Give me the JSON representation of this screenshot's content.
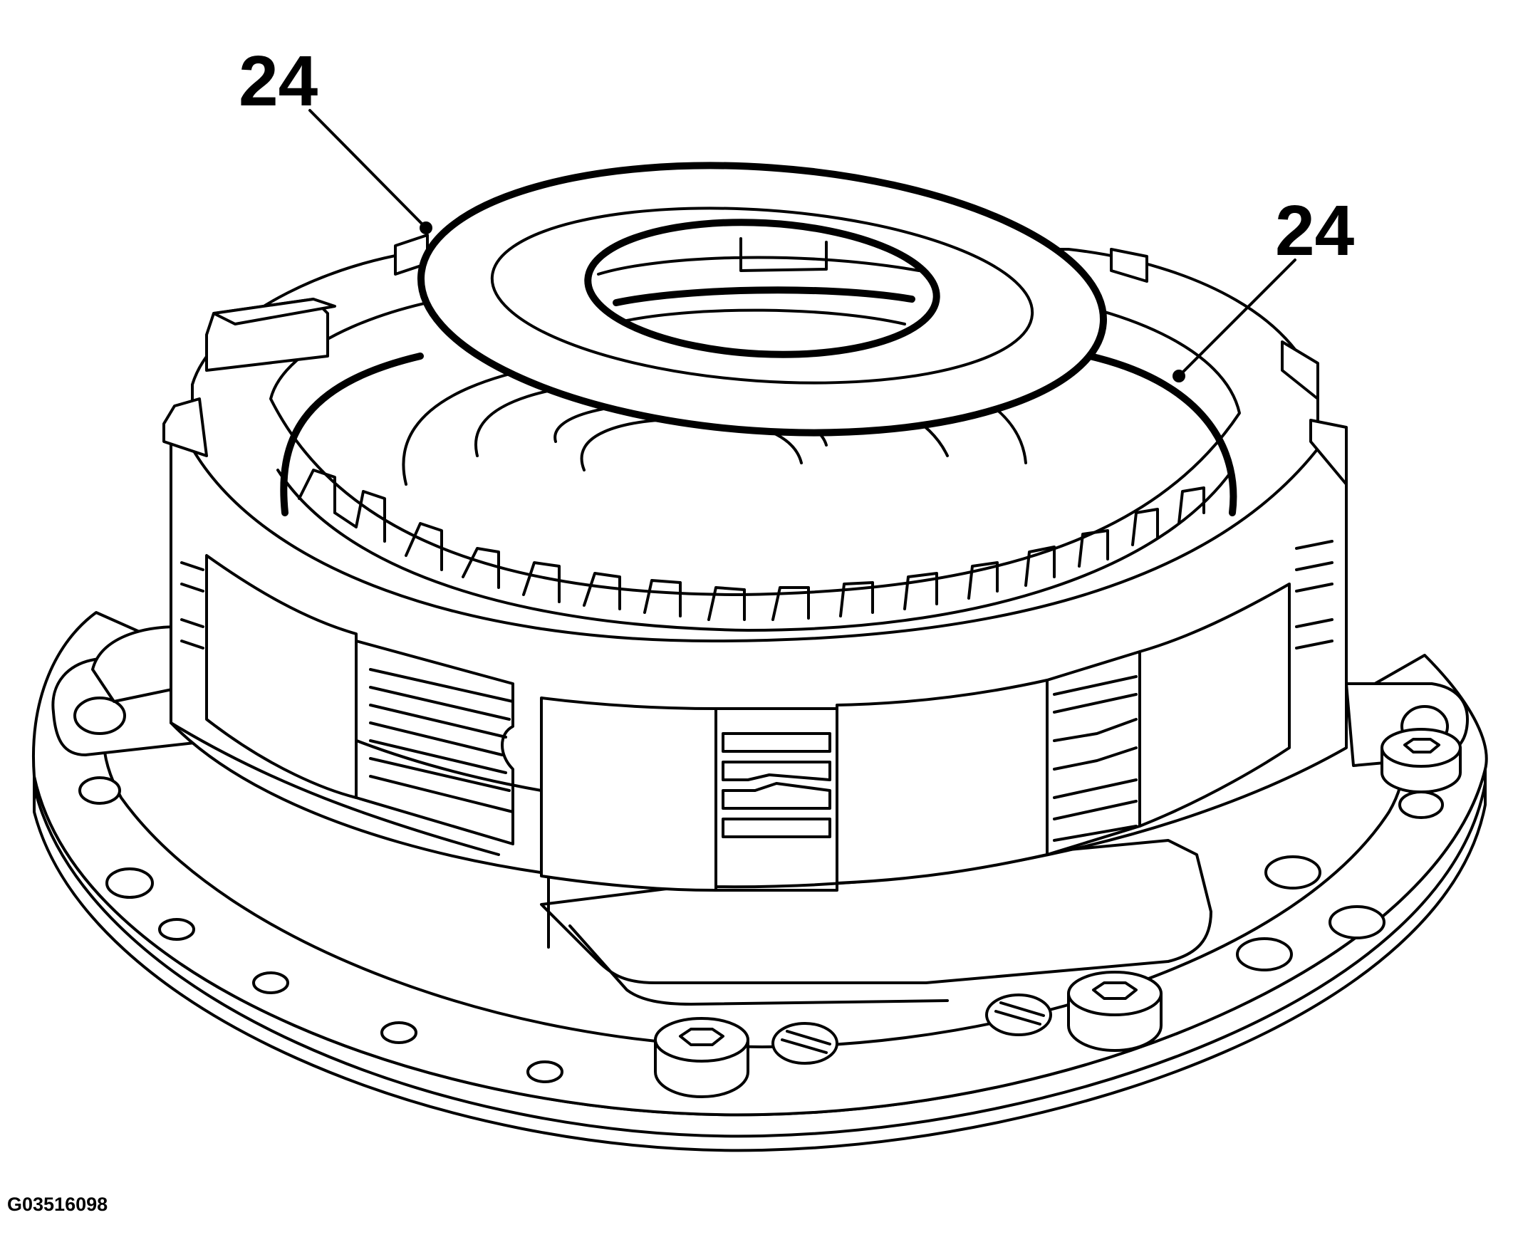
{
  "diagram": {
    "callouts": [
      {
        "id": "upper-left",
        "label": "24"
      },
      {
        "id": "right",
        "label": "24"
      }
    ],
    "figure_id": "G03516098",
    "colors": {
      "line": "#000000",
      "background": "#ffffff"
    }
  }
}
